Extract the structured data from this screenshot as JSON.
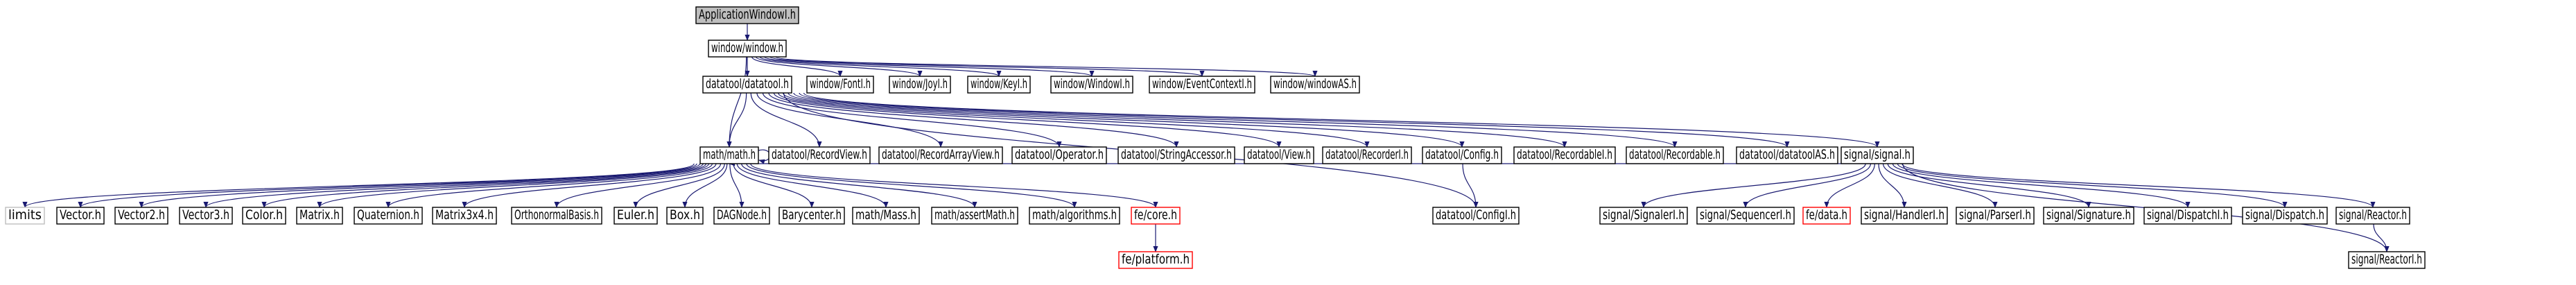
{
  "graph": {
    "colors": {
      "edge": "#191970",
      "box_default": "#000000",
      "box_root_fill": "#bfbfbf",
      "box_missing": "#ff0000",
      "box_external": "#bfbfbf",
      "text": "#000000"
    },
    "nodes": [
      {
        "id": "root",
        "label": "ApplicationWindowI.h",
        "style": "root"
      },
      {
        "id": "window",
        "label": "window/window.h",
        "style": "normal"
      },
      {
        "id": "datatool",
        "label": "datatool/datatool.h",
        "style": "normal"
      },
      {
        "id": "fontI",
        "label": "window/FontI.h",
        "style": "normal"
      },
      {
        "id": "joyI",
        "label": "window/JoyI.h",
        "style": "normal"
      },
      {
        "id": "keyI",
        "label": "window/KeyI.h",
        "style": "normal"
      },
      {
        "id": "windowI",
        "label": "window/WindowI.h",
        "style": "normal"
      },
      {
        "id": "evctx",
        "label": "window/EventContextI.h",
        "style": "normal"
      },
      {
        "id": "windowAS",
        "label": "window/windowAS.h",
        "style": "normal"
      },
      {
        "id": "math",
        "label": "math/math.h",
        "style": "normal"
      },
      {
        "id": "recview",
        "label": "datatool/RecordView.h",
        "style": "normal"
      },
      {
        "id": "recarrview",
        "label": "datatool/RecordArrayView.h",
        "style": "normal"
      },
      {
        "id": "operator",
        "label": "datatool/Operator.h",
        "style": "normal"
      },
      {
        "id": "stracc",
        "label": "datatool/StringAccessor.h",
        "style": "normal"
      },
      {
        "id": "view",
        "label": "datatool/View.h",
        "style": "normal"
      },
      {
        "id": "recorderI",
        "label": "datatool/RecorderI.h",
        "style": "normal"
      },
      {
        "id": "config",
        "label": "datatool/Config.h",
        "style": "normal"
      },
      {
        "id": "recordableI",
        "label": "datatool/RecordableI.h",
        "style": "normal"
      },
      {
        "id": "recordable",
        "label": "datatool/Recordable.h",
        "style": "normal"
      },
      {
        "id": "datatoolAS",
        "label": "datatool/datatoolAS.h",
        "style": "normal"
      },
      {
        "id": "signal",
        "label": "signal/signal.h",
        "style": "normal"
      },
      {
        "id": "limits",
        "label": "limits",
        "style": "external"
      },
      {
        "id": "vector",
        "label": "Vector.h",
        "style": "normal"
      },
      {
        "id": "vector2",
        "label": "Vector2.h",
        "style": "normal"
      },
      {
        "id": "vector3",
        "label": "Vector3.h",
        "style": "normal"
      },
      {
        "id": "color",
        "label": "Color.h",
        "style": "normal"
      },
      {
        "id": "matrix",
        "label": "Matrix.h",
        "style": "normal"
      },
      {
        "id": "quat",
        "label": "Quaternion.h",
        "style": "normal"
      },
      {
        "id": "matrix3x4",
        "label": "Matrix3x4.h",
        "style": "normal"
      },
      {
        "id": "orthob",
        "label": "OrthonormalBasis.h",
        "style": "normal"
      },
      {
        "id": "euler",
        "label": "Euler.h",
        "style": "normal"
      },
      {
        "id": "box",
        "label": "Box.h",
        "style": "normal"
      },
      {
        "id": "dag",
        "label": "DAGNode.h",
        "style": "normal"
      },
      {
        "id": "bary",
        "label": "Barycenter.h",
        "style": "normal"
      },
      {
        "id": "mass",
        "label": "math/Mass.h",
        "style": "normal"
      },
      {
        "id": "assertmath",
        "label": "math/assertMath.h",
        "style": "normal"
      },
      {
        "id": "algos",
        "label": "math/algorithms.h",
        "style": "normal"
      },
      {
        "id": "fecore",
        "label": "fe/core.h",
        "style": "missing"
      },
      {
        "id": "feplatform",
        "label": "fe/platform.h",
        "style": "missing"
      },
      {
        "id": "configI",
        "label": "datatool/ConfigI.h",
        "style": "normal"
      },
      {
        "id": "signalerI",
        "label": "signal/SignalerI.h",
        "style": "normal"
      },
      {
        "id": "sequencerI",
        "label": "signal/SequencerI.h",
        "style": "normal"
      },
      {
        "id": "fedata",
        "label": "fe/data.h",
        "style": "missing"
      },
      {
        "id": "handlerI",
        "label": "signal/HandlerI.h",
        "style": "normal"
      },
      {
        "id": "parserI",
        "label": "signal/ParserI.h",
        "style": "normal"
      },
      {
        "id": "signature",
        "label": "signal/Signature.h",
        "style": "normal"
      },
      {
        "id": "dispatchI",
        "label": "signal/DispatchI.h",
        "style": "normal"
      },
      {
        "id": "dispatch",
        "label": "signal/Dispatch.h",
        "style": "normal"
      },
      {
        "id": "reactor",
        "label": "signal/Reactor.h",
        "style": "normal"
      },
      {
        "id": "reactorI",
        "label": "signal/ReactorI.h",
        "style": "normal"
      }
    ],
    "edges": [
      [
        "root",
        "window"
      ],
      [
        "window",
        "datatool"
      ],
      [
        "window",
        "fontI"
      ],
      [
        "window",
        "joyI"
      ],
      [
        "window",
        "keyI"
      ],
      [
        "window",
        "windowI"
      ],
      [
        "window",
        "evctx"
      ],
      [
        "window",
        "windowAS"
      ],
      [
        "window",
        "math"
      ],
      [
        "datatool",
        "math"
      ],
      [
        "datatool",
        "recview"
      ],
      [
        "datatool",
        "recarrview"
      ],
      [
        "datatool",
        "operator"
      ],
      [
        "datatool",
        "stracc"
      ],
      [
        "datatool",
        "view"
      ],
      [
        "datatool",
        "recorderI"
      ],
      [
        "datatool",
        "config"
      ],
      [
        "datatool",
        "recordableI"
      ],
      [
        "datatool",
        "recordable"
      ],
      [
        "datatool",
        "datatoolAS"
      ],
      [
        "datatool",
        "signal"
      ],
      [
        "datatool",
        "configI"
      ],
      [
        "math",
        "math"
      ],
      [
        "math",
        "limits"
      ],
      [
        "math",
        "vector"
      ],
      [
        "math",
        "vector2"
      ],
      [
        "math",
        "vector3"
      ],
      [
        "math",
        "color"
      ],
      [
        "math",
        "matrix"
      ],
      [
        "math",
        "quat"
      ],
      [
        "math",
        "matrix3x4"
      ],
      [
        "math",
        "orthob"
      ],
      [
        "math",
        "euler"
      ],
      [
        "math",
        "box"
      ],
      [
        "math",
        "dag"
      ],
      [
        "math",
        "bary"
      ],
      [
        "math",
        "mass"
      ],
      [
        "math",
        "assertmath"
      ],
      [
        "math",
        "algos"
      ],
      [
        "math",
        "fecore"
      ],
      [
        "fecore",
        "feplatform"
      ],
      [
        "config",
        "configI"
      ],
      [
        "signal",
        "math"
      ],
      [
        "signal",
        "signalerI"
      ],
      [
        "signal",
        "sequencerI"
      ],
      [
        "signal",
        "fedata"
      ],
      [
        "signal",
        "handlerI"
      ],
      [
        "signal",
        "parserI"
      ],
      [
        "signal",
        "signature"
      ],
      [
        "signal",
        "dispatchI"
      ],
      [
        "signal",
        "dispatch"
      ],
      [
        "signal",
        "reactor"
      ],
      [
        "signal",
        "reactorI"
      ],
      [
        "reactor",
        "reactorI"
      ]
    ]
  }
}
